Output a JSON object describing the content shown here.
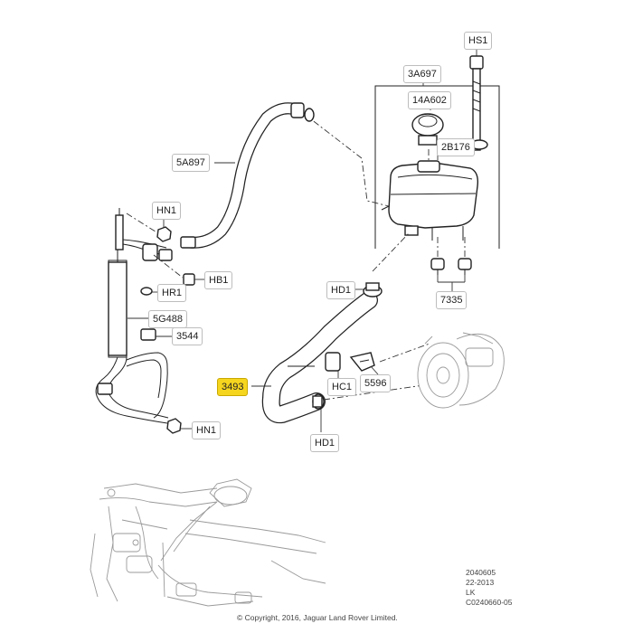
{
  "callouts": {
    "hs1": "HS1",
    "reservoir": "3A697",
    "cap": "14A602",
    "bolt": "2B176",
    "hose_upper": "5A897",
    "hn1_top": "HN1",
    "hb1": "HB1",
    "hr1": "HR1",
    "pipe": "5G488",
    "bracket": "3544",
    "hd1_top": "HD1",
    "grommet": "7335",
    "hose_lower": "3493",
    "hc1": "HC1",
    "clip": "5596",
    "hn1_bottom": "HN1",
    "hd1_bottom": "HD1"
  },
  "highlighted_callout": "3493",
  "meta": {
    "code1": "2040605",
    "code2": "22-2013",
    "region": "LK",
    "ref": "C0240660-05"
  },
  "copyright": "© Copyright, 2016, Jaguar Land Rover Limited."
}
